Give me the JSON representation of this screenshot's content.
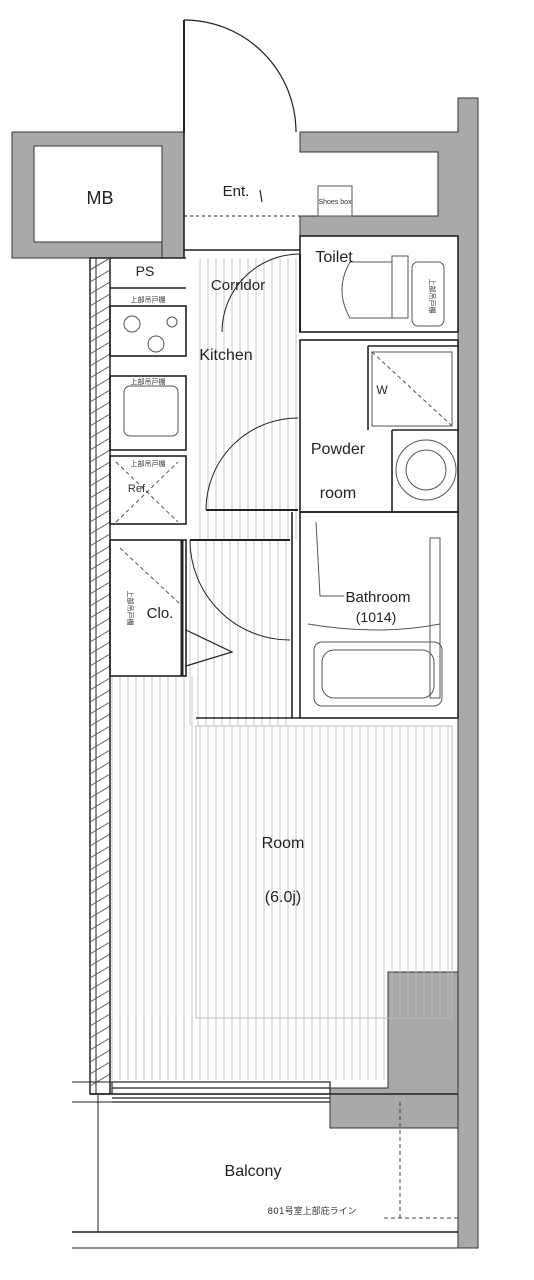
{
  "labels": {
    "mb": "MB",
    "entrance": "Ent.",
    "shoe_storage": "Shoes box",
    "ps": "PS",
    "toilet": "Toilet",
    "corridor": "Corridor",
    "kitchen": "Kitchen",
    "washer": "W",
    "powder_room_line1": "Powder",
    "powder_room_line2": "room",
    "refrigerator": "Ref.",
    "closet": "Clo.",
    "bathroom": "Bathroom",
    "bathroom_size": "(1014)",
    "room": "Room",
    "room_size": "(6.0j)",
    "balcony": "Balcony",
    "balcony_note": "801号室上部庇ライン",
    "shelf_upper_1": "上部吊戸棚",
    "shelf_upper_2": "上部吊戸棚",
    "shelf_upper_3": "上部吊戸棚",
    "shelf_upper_4": "上部吊戸棚",
    "shelf_upper_5": "上部吊戸棚"
  },
  "colors": {
    "wall_fill": "#a9a9ab",
    "line": "#222222",
    "floor_line": "#bdbdbd",
    "fixture": "#555555"
  }
}
